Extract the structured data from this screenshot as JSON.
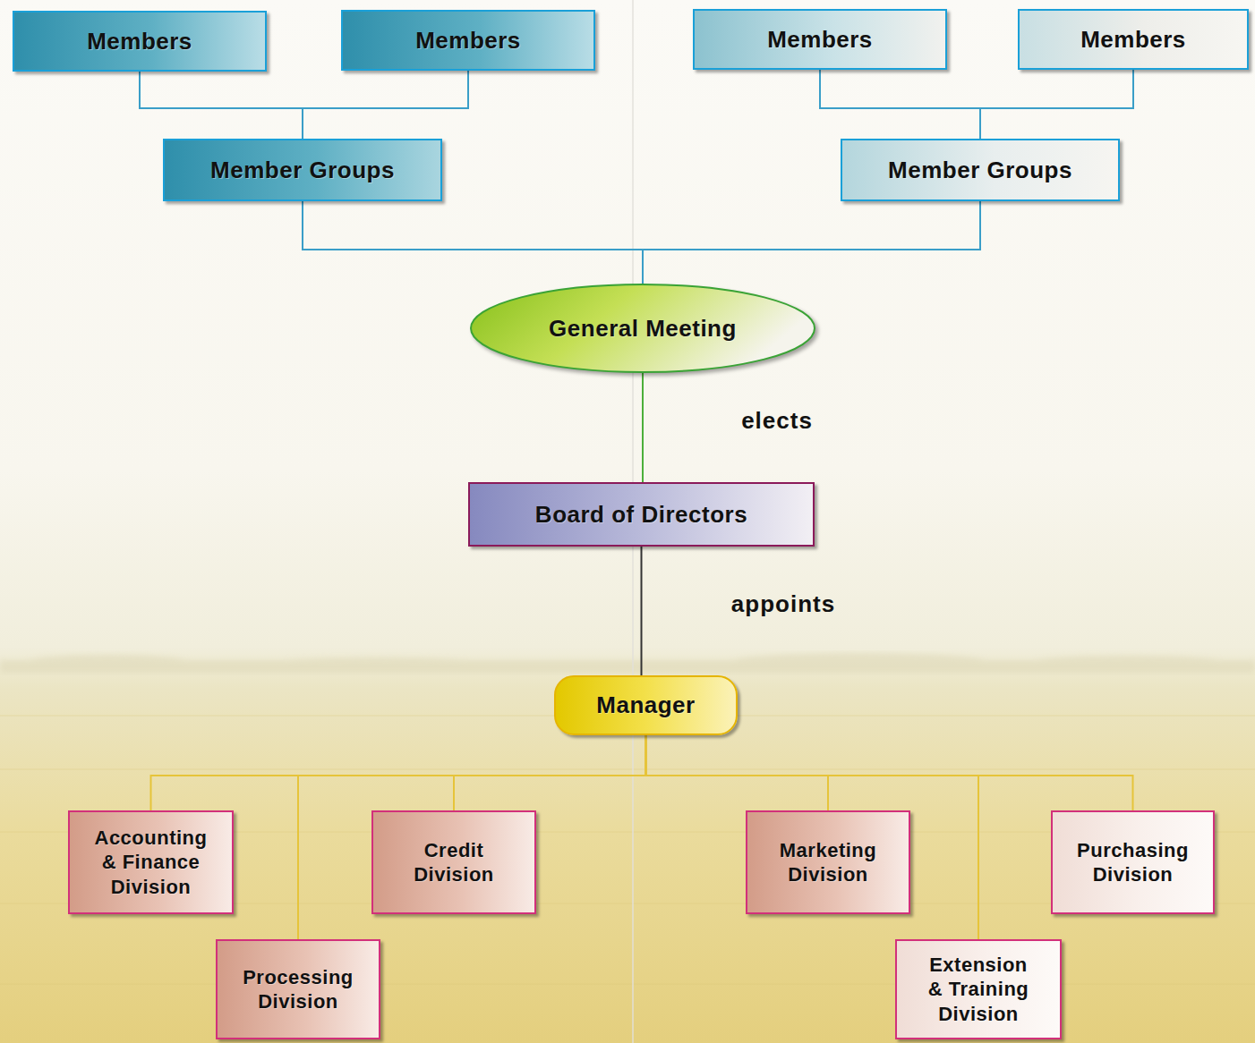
{
  "diagram": {
    "nodes": [
      {
        "text": [
          "Members"
        ]
      },
      {
        "text": [
          "Members"
        ]
      },
      {
        "text": [
          "Members"
        ]
      },
      {
        "text": [
          "Members"
        ]
      },
      {
        "text": [
          "Member Groups"
        ]
      },
      {
        "text": [
          "Member Groups"
        ]
      },
      {
        "text": [
          "General Meeting"
        ]
      },
      {
        "text": [
          "Board of Directors"
        ]
      },
      {
        "text": [
          "Manager"
        ]
      },
      {
        "text": [
          "Accounting & Finance Division"
        ]
      },
      {
        "text": [
          "Credit Division"
        ]
      },
      {
        "text": [
          "Marketing Division"
        ]
      },
      {
        "text": [
          "Purchasing Division"
        ]
      },
      {
        "text": [
          "Processing Division"
        ]
      },
      {
        "text": [
          "Extension & Training Division"
        ]
      }
    ],
    "edges": [
      {
        "from": 0,
        "to": 4,
        "arrow": "none"
      },
      {
        "from": 1,
        "to": 4,
        "arrow": "none"
      },
      {
        "from": 2,
        "to": 5,
        "arrow": "none"
      },
      {
        "from": 3,
        "to": 5,
        "arrow": "none"
      },
      {
        "from": 4,
        "to": 6,
        "arrow": "none"
      },
      {
        "from": 5,
        "to": 6,
        "arrow": "none"
      },
      {
        "from": 6,
        "to": 7,
        "label": "elects",
        "arrow": "none"
      },
      {
        "from": 7,
        "to": 8,
        "label": "appoints",
        "arrow": "none"
      },
      {
        "from": 8,
        "to": 9,
        "arrow": "none"
      },
      {
        "from": 8,
        "to": 10,
        "arrow": "none"
      },
      {
        "from": 8,
        "to": 11,
        "arrow": "none"
      },
      {
        "from": 8,
        "to": 12,
        "arrow": "none"
      },
      {
        "from": 8,
        "to": 13,
        "arrow": "none"
      },
      {
        "from": 8,
        "to": 14,
        "arrow": "none"
      }
    ]
  }
}
